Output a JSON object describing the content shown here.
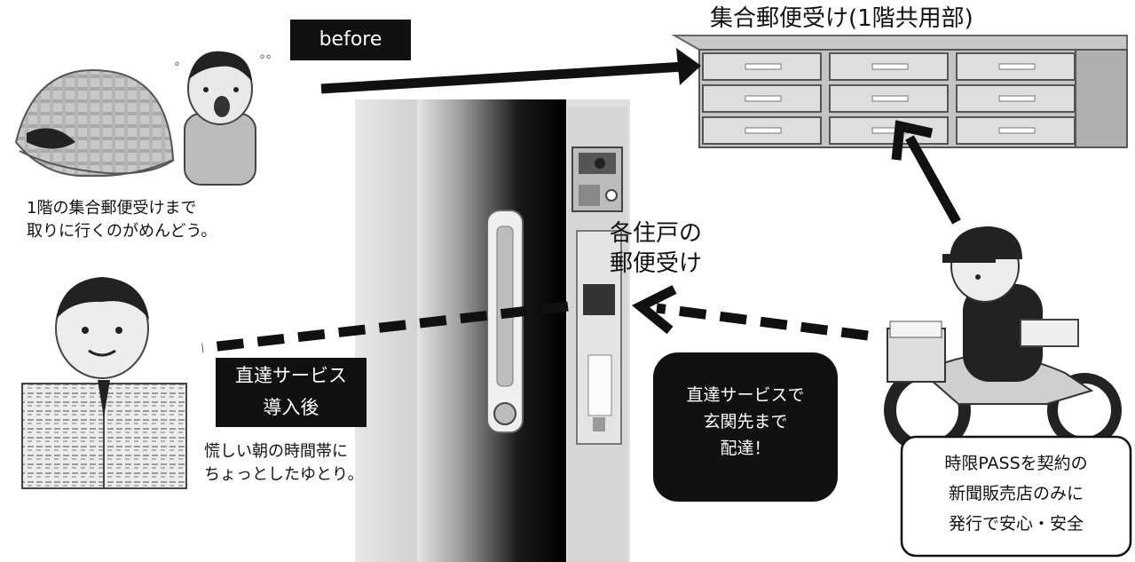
{
  "before_label": "before",
  "mailbox_title": "集合郵便受け(1階共用部)",
  "before_caption": [
    "1階の集合郵便受けまで",
    "取りに行くのがめんどう。"
  ],
  "unit_mailbox_label": [
    "各住戸の",
    "郵便受け"
  ],
  "after_label": [
    "直達サービス",
    "導入後"
  ],
  "after_caption": [
    "慌しい朝の時間帯に",
    "ちょっとしたゆとり。"
  ],
  "delivery_note": [
    "直達サービスで",
    "玄関先まで",
    "配達！"
  ],
  "newsagent_note": [
    "時限PASSを契約の",
    "新聞販売店のみに",
    "発行で安心・安全"
  ]
}
